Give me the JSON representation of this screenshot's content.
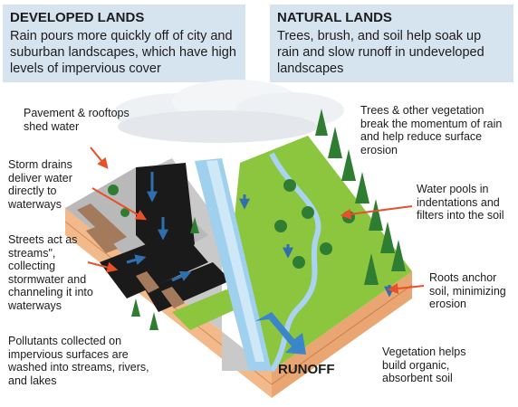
{
  "developed": {
    "title": "DEVELOPED LANDS",
    "body": "Rain pours more quickly off of city and suburban landscapes, which have high levels of impervious cover"
  },
  "natural": {
    "title": "NATURAL LANDS",
    "body": "Trees, brush, and soil help soak up rain and slow runoff in undeveloped landscapes"
  },
  "labels": {
    "pavement": "Pavement & rooftops shed water",
    "storm_drains": "Storm drains deliver water directly to waterways",
    "streets": "Streets act as streams\", collecting stormwater and channeling it into waterways",
    "pollutants": "Pollutants collected on impervious surfaces are washed into streams, rivers, and lakes",
    "trees": "Trees & other vegetation break the momentum of rain and help reduce surface erosion",
    "water_pools": "Water pools in indentations and filters into the soil",
    "roots": "Roots anchor soil, minimizing erosion",
    "vegetation": "Vegetation helps build organic, absorbent soil",
    "runoff": "RUNOFF"
  },
  "colors": {
    "panel": "#d6e4f0",
    "arrow": "#e8502a",
    "water": "#9fd0ee",
    "pavement": "#1a1a1a",
    "grass": "#8cc63f",
    "soil": "#f2b98a",
    "flow_arrow": "#2f6fae"
  }
}
